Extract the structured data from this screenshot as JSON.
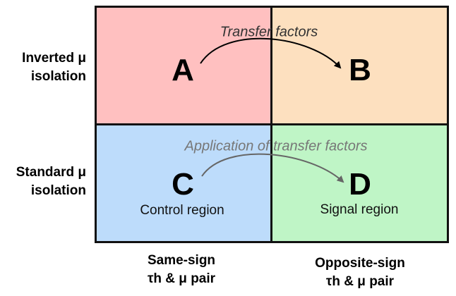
{
  "regions": {
    "A": {
      "letter": "A",
      "color": "#ffc0c0"
    },
    "B": {
      "letter": "B",
      "color": "#fde0bf"
    },
    "C": {
      "letter": "C",
      "label": "Control region",
      "color": "#bddcfb"
    },
    "D": {
      "letter": "D",
      "label": "Signal region",
      "color": "#bff5c6"
    }
  },
  "captions": {
    "top": "Transfer  factors",
    "bottom": "Application of  transfer factors"
  },
  "row_labels": {
    "top": [
      "Inverted μ",
      "isolation"
    ],
    "bottom": [
      "Standard μ",
      "isolation"
    ]
  },
  "column_labels": {
    "left": [
      "Same-sign",
      "τh & μ pair"
    ],
    "right": [
      "Opposite-sign",
      "τh & μ pair"
    ]
  },
  "colors": {
    "top_arrow": "#000000",
    "bottom_arrow": "#666666",
    "top_caption": "#333333",
    "bottom_caption": "#777777"
  }
}
